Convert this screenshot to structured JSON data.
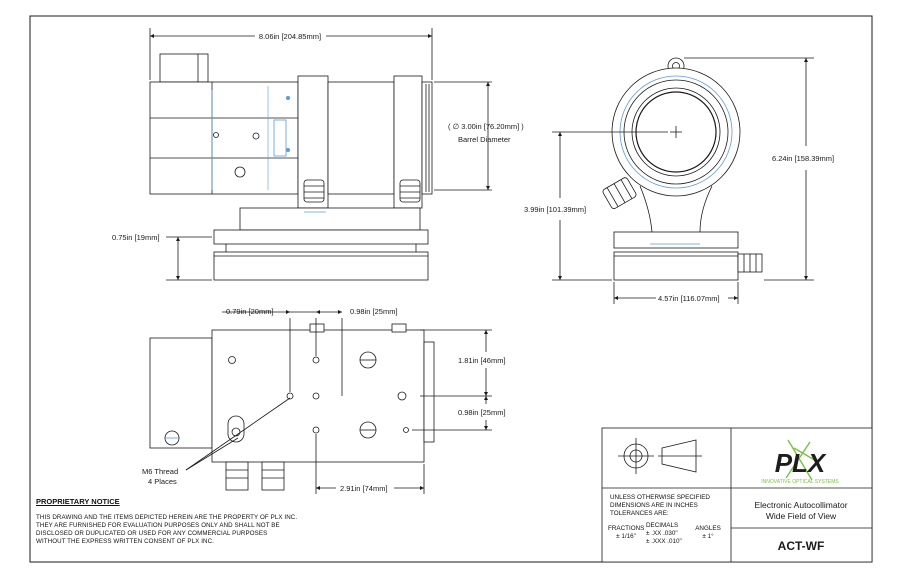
{
  "dimensions": {
    "overall_length": "8.06in",
    "overall_length_mm": "204.85mm",
    "barrel_diameter": "3.00in",
    "barrel_diameter_mm": "76.20mm",
    "barrel_diameter_label": "Barrel Diameter",
    "base_height": "0.75in",
    "base_height_mm": "19mm",
    "overall_height": "6.24in",
    "overall_height_mm": "158.39mm",
    "axis_height": "3.99in",
    "axis_height_mm": "101.39mm",
    "base_width": "4.57in",
    "base_width_mm": "116.07mm",
    "hole_offset_left": "0.79in",
    "hole_offset_left_mm": "20mm",
    "hole_spacing_x": "0.98in",
    "hole_spacing_x_mm": "25mm",
    "hole_spacing_y1": "1.81in",
    "hole_spacing_y1_mm": "46mm",
    "hole_spacing_y2": "0.98in",
    "hole_spacing_y2_mm": "25mm",
    "hole_to_end": "2.91in",
    "hole_to_end_mm": "74mm"
  },
  "thread_note": {
    "line1": "M6 Thread",
    "line2": "4 Places"
  },
  "proprietary_notice": {
    "title": "PROPRIETARY NOTICE",
    "body": "THIS DRAWING AND THE ITEMS DEPICTED HEREIN ARE THE PROPERTY OF PLX INC. THEY ARE FURNISHED FOR EVALUATION PURPOSES ONLY AND SHALL NOT BE DISCLOSED OR DUPLICATED OR USED FOR ANY COMMERCIAL PURPOSES WITHOUT THE EXPRESS WRITTEN CONSENT OF PLX INC."
  },
  "title_block": {
    "tolerance_line1": "UNLESS OTHERWISE SPECIFIED",
    "tolerance_line2": "DIMENSIONS ARE IN INCHES",
    "tolerance_line3": "TOLERANCES ARE:",
    "fractions_label": "FRACTIONS",
    "fractions_value": "± 1/16\"",
    "decimals_label": "DECIMALS",
    "decimals_xx": "± .XX   .030\"",
    "decimals_xxx": "± .XXX .010\"",
    "angles_label": "ANGLES",
    "angles_value": "± 1°",
    "logo_text": "PLX",
    "logo_tagline": "INNOVATIVE OPTICAL SYSTEMS",
    "product_line1": "Electronic Autocollimator",
    "product_line2": "Wide Field of View",
    "part_number": "ACT-WF"
  },
  "colors": {
    "line": "#1a1a1a",
    "accent_blue": "#5b9bd5",
    "logo_green": "#7ac143",
    "logo_dark": "#1d1d1b"
  }
}
